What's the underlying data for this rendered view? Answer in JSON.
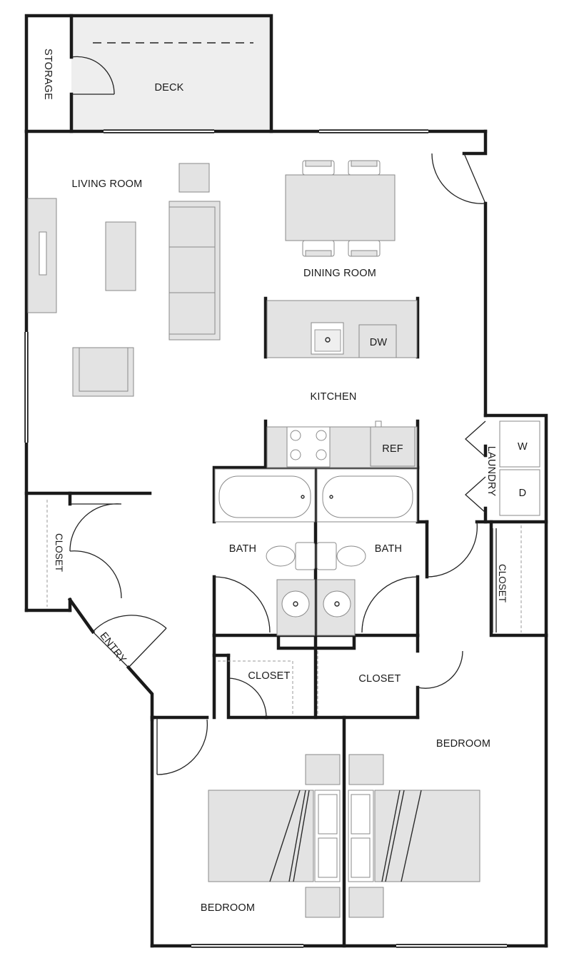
{
  "rooms": {
    "storage": "STORAGE",
    "deck": "DECK",
    "living_room": "LIVING ROOM",
    "dining_room": "DINING ROOM",
    "kitchen": "KITCHEN",
    "laundry": "LAUNDRY",
    "closet_entry": "CLOSET",
    "entry": "ENTRY",
    "bath_left": "BATH",
    "bath_right": "BATH",
    "closet_right": "CLOSET",
    "closet_mid_left": "CLOSET",
    "closet_mid_right": "CLOSET",
    "bedroom_right": "BEDROOM",
    "bedroom_left": "BEDROOM"
  },
  "appliances": {
    "dishwasher": "DW",
    "refrigerator": "REF",
    "washer": "W",
    "dryer": "D"
  },
  "colors": {
    "wall": "#1a1a1a",
    "furniture_fill": "#e3e3e3",
    "deck_fill": "#eeeeee",
    "background": "#ffffff"
  }
}
